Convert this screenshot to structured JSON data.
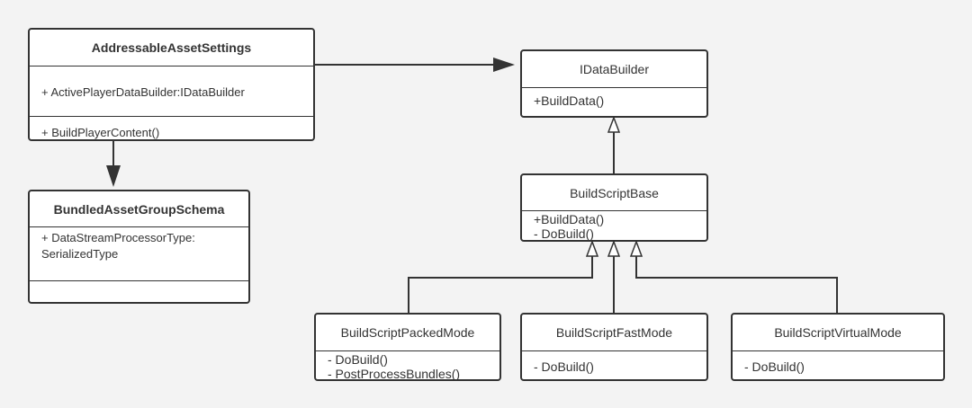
{
  "classes": {
    "addressable": {
      "name": "AddressableAssetSettings",
      "attributes": [
        "+ ActivePlayerDataBuilder:IDataBuilder"
      ],
      "operations": [
        "+ BuildPlayerContent()"
      ]
    },
    "bundled": {
      "name": "BundledAssetGroupSchema",
      "attributes": [
        "+ DataStreamProcessorType:",
        "SerializedType"
      ],
      "operations": []
    },
    "idatabuilder": {
      "name": "IDataBuilder",
      "operations": [
        "+BuildData()"
      ]
    },
    "buildscriptbase": {
      "name": "BuildScriptBase",
      "operations": [
        "+BuildData()",
        "- DoBuild()"
      ]
    },
    "packed": {
      "name": "BuildScriptPackedMode",
      "operations": [
        "- DoBuild()",
        "- PostProcessBundles()"
      ]
    },
    "fast": {
      "name": "BuildScriptFastMode",
      "operations": [
        "- DoBuild()"
      ]
    },
    "virtual": {
      "name": "BuildScriptVirtualMode",
      "operations": [
        "- DoBuild()"
      ]
    }
  },
  "colors": {
    "background": "#f3f3f3",
    "box_fill": "#ffffff",
    "stroke": "#333333",
    "text": "#333333"
  }
}
